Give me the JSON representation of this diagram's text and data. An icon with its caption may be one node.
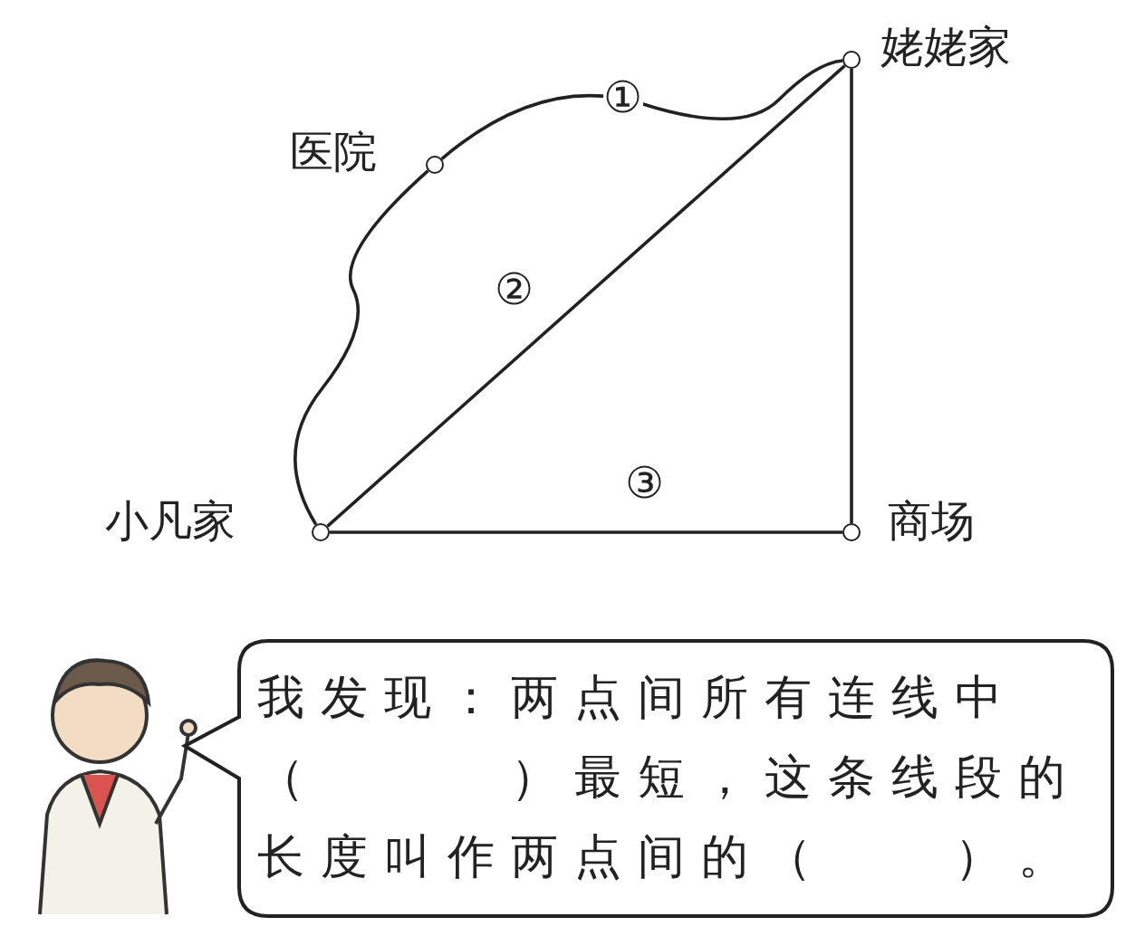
{
  "diagram": {
    "nodes": [
      {
        "text": [],
        "shape": "circle",
        "beside": [
          "姥姥家"
        ]
      },
      {
        "text": [],
        "shape": "circle",
        "beside": [
          "医院"
        ]
      },
      {
        "text": [],
        "shape": "circle",
        "beside": [
          "小凡家"
        ]
      },
      {
        "text": [],
        "shape": "circle",
        "beside": [
          "商场"
        ]
      },
      {
        "text": [
          "我发现：两点间所有连线中（　　　）最短，这条线段的长度叫作两点间的（　　）。"
        ]
      }
    ],
    "edges": [
      {
        "from": 2,
        "to": 1,
        "arrow": "none"
      },
      {
        "from": 1,
        "to": 0,
        "label": "①",
        "arrow": "none"
      },
      {
        "from": 2,
        "to": 0,
        "label": "②",
        "arrow": "none"
      },
      {
        "from": 2,
        "to": 3,
        "label": "③",
        "arrow": "none"
      },
      {
        "from": 3,
        "to": 0,
        "arrow": "none"
      }
    ]
  }
}
